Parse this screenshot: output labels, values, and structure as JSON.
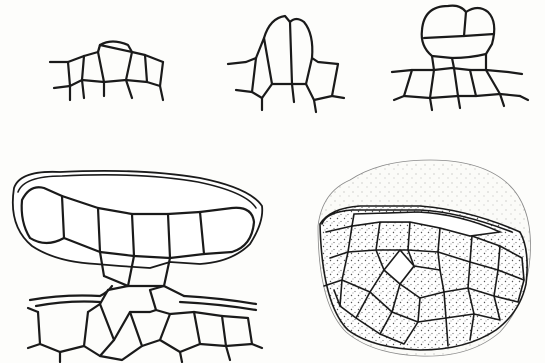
{
  "image": {
    "kind": "botanical-line-drawing",
    "palette": {
      "ink": "#1a1a1a",
      "paper": "#fdfdfb",
      "stipple": "#555555"
    },
    "figures": [
      {
        "id": "stage-1",
        "description_visible": false
      },
      {
        "id": "stage-2",
        "description_visible": false
      },
      {
        "id": "stage-3",
        "description_visible": false
      },
      {
        "id": "stage-4",
        "description_visible": false
      },
      {
        "id": "stage-5",
        "description_visible": false
      }
    ]
  }
}
